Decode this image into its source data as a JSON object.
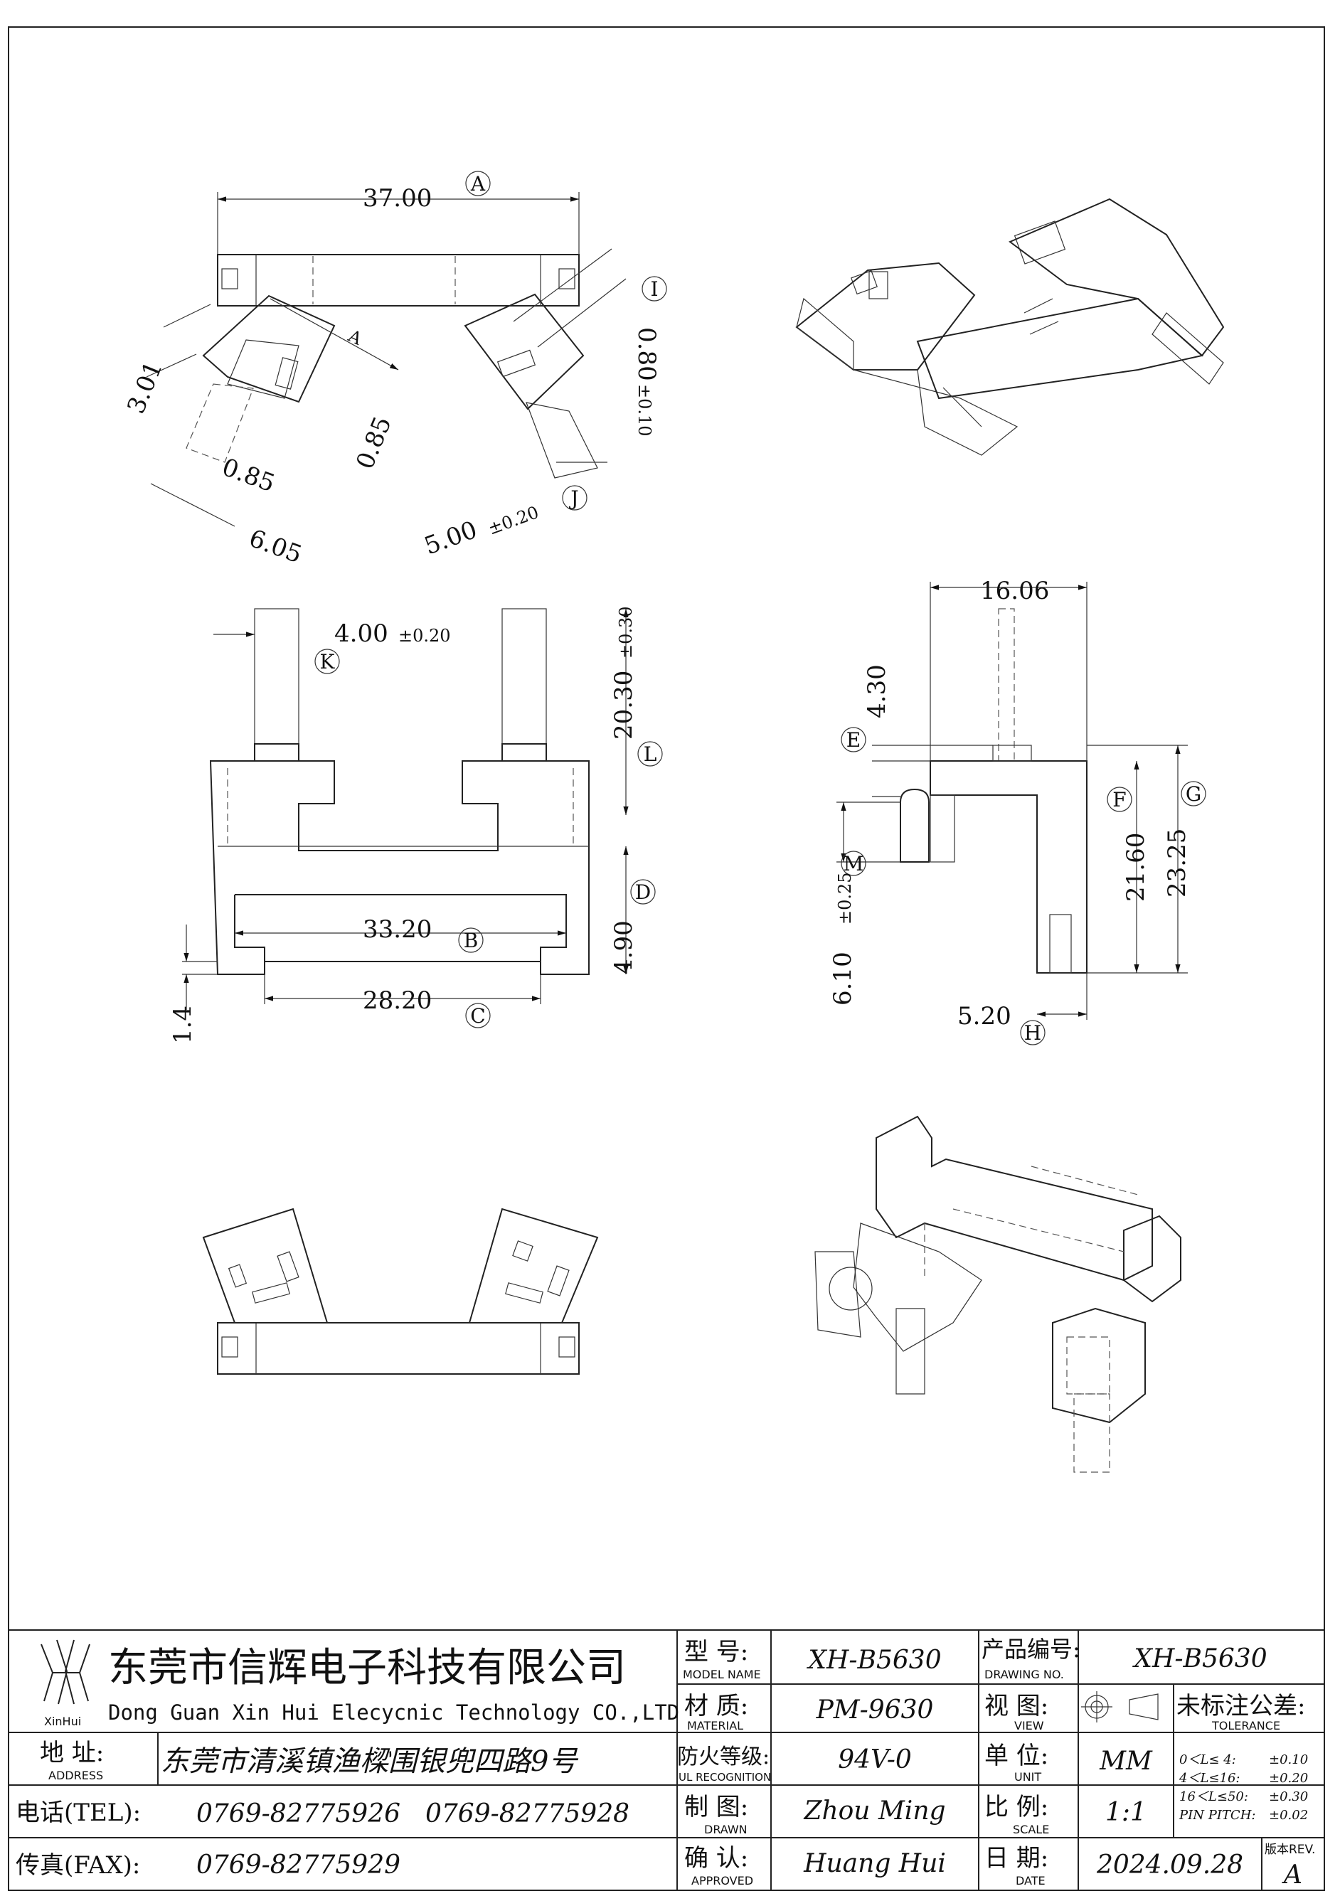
{
  "dimensions": {
    "A": "37.00",
    "I": "0.80",
    "I_tol": "±0.10",
    "J": "5.00",
    "J_tol": "±0.20",
    "d301": "3.01",
    "d085a": "0.85",
    "d085b": "0.85",
    "d605": "6.05",
    "K": "4.00",
    "K_tol": "±0.20",
    "L": "20.30",
    "L_tol": "±0.30",
    "B": "33.20",
    "C": "28.20",
    "D": "4.90",
    "d14": "1.4",
    "top_width": "16.06",
    "E": "4.30",
    "F": "21.60",
    "G": "23.25",
    "M": "6.10",
    "M_tol": "±0.25",
    "H": "5.20",
    "view_note": "A"
  },
  "balloons": [
    "A",
    "I",
    "J",
    "K",
    "L",
    "B",
    "C",
    "D",
    "E",
    "F",
    "G",
    "M",
    "H"
  ],
  "title_block": {
    "company_cn": "东莞市信辉电子科技有限公司",
    "company_en": "Dong Guan Xin Hui Elecycnic Technology CO.,LTD",
    "logo_text": "XinHui",
    "address_label": "地  址:",
    "address_sub": "ADDRESS",
    "address": "东莞市清溪镇渔樑围银兜四路9号",
    "tel_label": "电话(TEL):",
    "tel1": "0769-82775926",
    "tel2": "0769-82775928",
    "fax_label": "传真(FAX):",
    "fax": "0769-82775929",
    "model_label": "型  号:",
    "model_sub": "MODEL NAME",
    "model": "XH-B5630",
    "material_label": "材  质:",
    "material_sub": "MATERIAL",
    "material": "PM-9630",
    "ul_label": "防火等级:",
    "ul_sub": "UL RECOGNITION",
    "ul": "94V-0",
    "drawn_label": "制  图:",
    "drawn_sub": "DRAWN",
    "drawn": "Zhou Ming",
    "approved_label": "确  认:",
    "approved_sub": "APPROVED",
    "approved": "Huang Hui",
    "drawing_no_label": "产品编号:",
    "drawing_no_sub": "DRAWING NO.",
    "drawing_no": "XH-B5630",
    "view_label": "视  图:",
    "view_sub": "VIEW",
    "tolerance_label": "未标注公差:",
    "tolerance_sub": "TOLERANCE",
    "unit_label": "单  位:",
    "unit_sub": "UNIT",
    "unit": "MM",
    "scale_label": "比  例:",
    "scale_sub": "SCALE",
    "scale": "1:1",
    "date_label": "日  期:",
    "date_sub": "DATE",
    "date": "2024.09.28",
    "rev_label": "版本REV.",
    "rev": "A",
    "tolerances": [
      {
        "range": "0＜L≤ 4:",
        "value": "±0.10"
      },
      {
        "range": "4＜L≤16:",
        "value": "±0.20"
      },
      {
        "range": "16＜L≤50:",
        "value": "±0.30"
      },
      {
        "range": "PIN PITCH:",
        "value": "±0.02"
      }
    ]
  }
}
